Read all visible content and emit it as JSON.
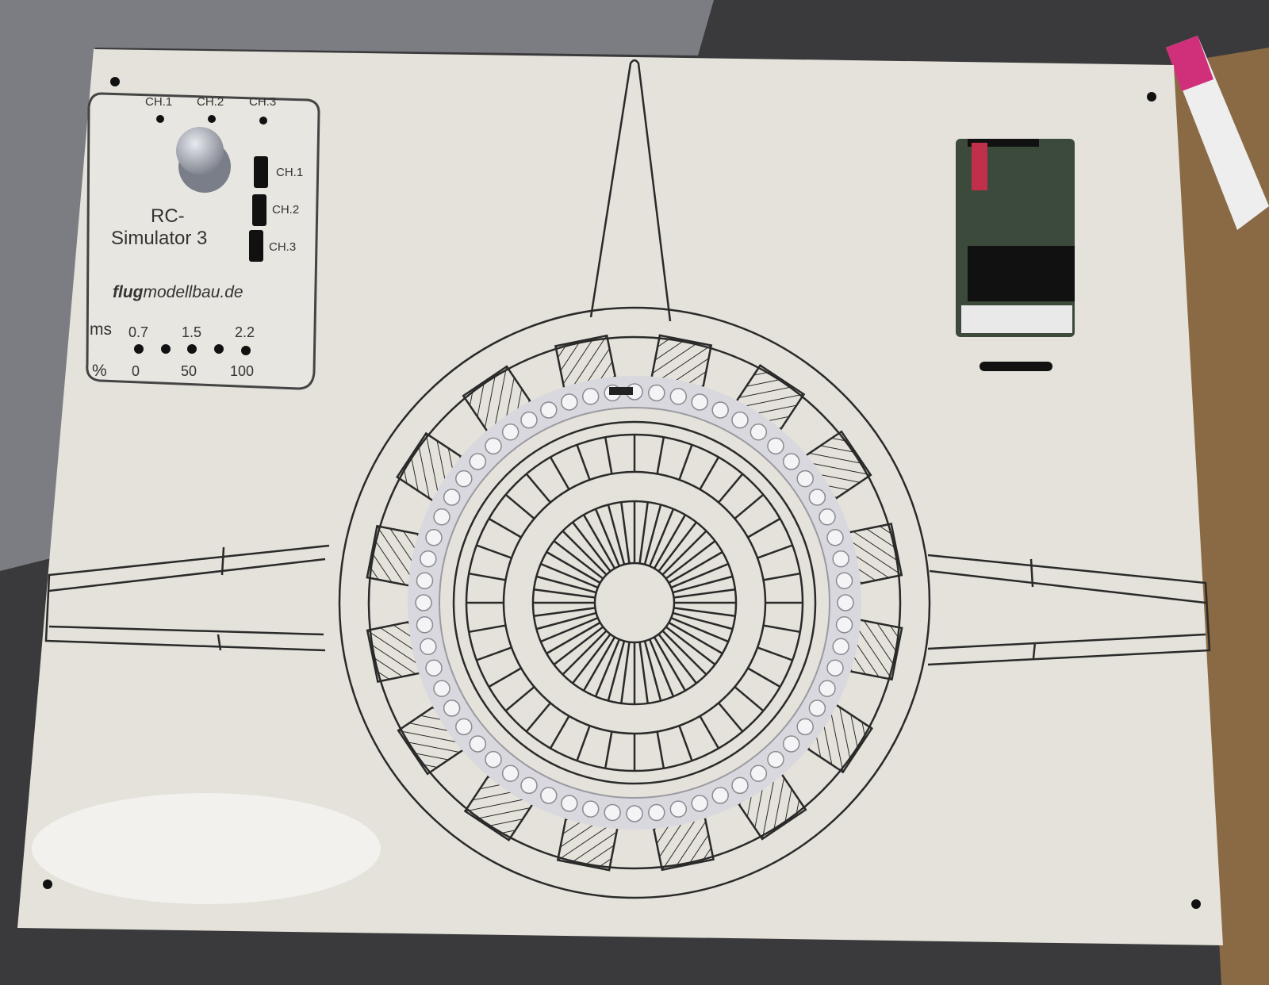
{
  "panel": {
    "top_channels": [
      "CH.1",
      "CH.2",
      "CH.3"
    ],
    "side_channels": [
      "CH.1",
      "CH.2",
      "CH.3"
    ],
    "title_line1": "RC-",
    "title_line2": "Simulator 3",
    "brand_bold": "flug",
    "brand_rest": "modellbau.de",
    "ms_label": "ms",
    "ms_values": [
      "0.7",
      "1.5",
      "2.2"
    ],
    "percent_label": "%",
    "percent_values": [
      "0",
      "50",
      "100"
    ]
  },
  "colors": {
    "board": "#e4e2da",
    "line": "#2a2a2a",
    "background": "#3a3a3c",
    "led_ring": "#d8d8de"
  }
}
